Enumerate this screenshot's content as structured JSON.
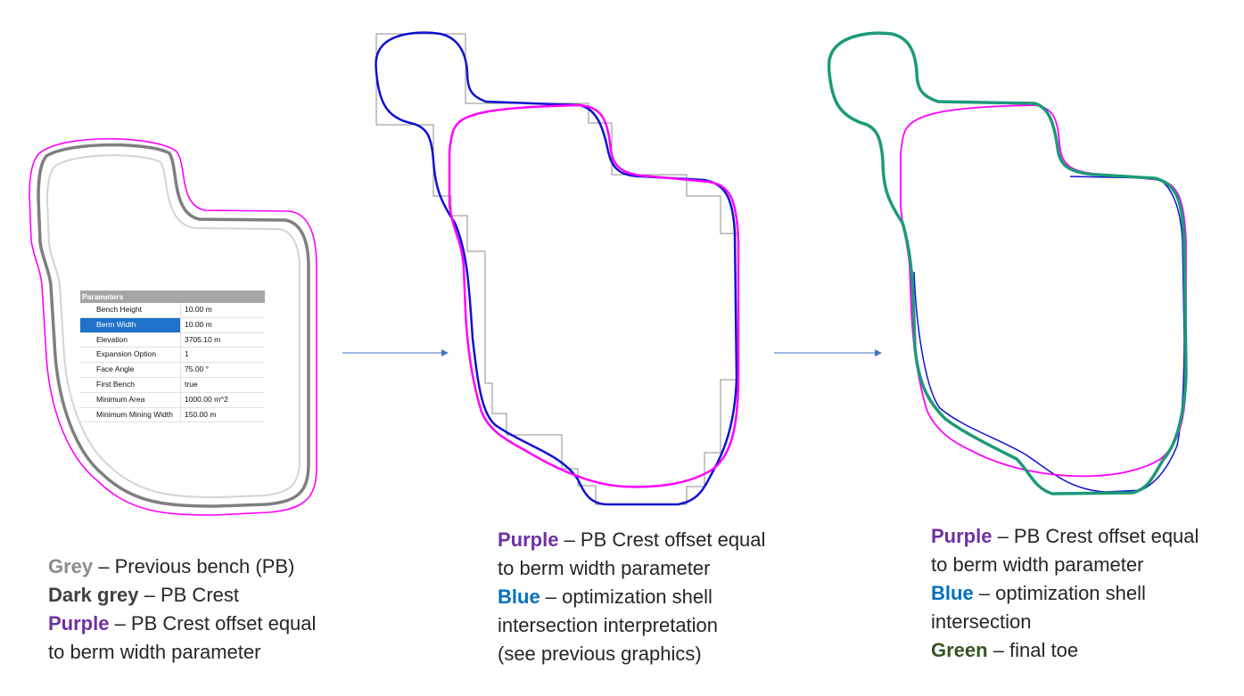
{
  "colors": {
    "grey": "#8c8c8c",
    "dark_grey": "#7f7f7f",
    "light_grey": "#d8d0dc",
    "purple": "#7030a0",
    "magenta": "#ff00ff",
    "blue": "#0070c0",
    "line_blue": "#1010d0",
    "green": "#1c9a78",
    "green_text": "#375623",
    "arrow": "#4472c4"
  },
  "parameters": {
    "header": "Parameters",
    "rows": [
      {
        "name": "Bench Height",
        "value": "10.00 m",
        "selected": false
      },
      {
        "name": "Berm Width",
        "value": "10.00 m",
        "selected": true
      },
      {
        "name": "Elevation",
        "value": "3705.10 m",
        "selected": false
      },
      {
        "name": "Expansion Option",
        "value": "1",
        "selected": false
      },
      {
        "name": "Face Angle",
        "value": "75.00 °",
        "selected": false
      },
      {
        "name": "First Bench",
        "value": "true",
        "selected": false
      },
      {
        "name": "Minimum Area",
        "value": "1000.00 m^2",
        "selected": false
      },
      {
        "name": "Minimum Mining Width",
        "value": "150.00 m",
        "selected": false
      }
    ]
  },
  "legend_left": {
    "grey_kw": "Grey",
    "grey_text": " – Previous bench (PB)",
    "dark_grey_kw": "Dark grey",
    "dark_grey_text": " – PB Crest",
    "purple_kw": "Purple",
    "purple_text": " – PB Crest offset equal",
    "purple_text2": "to berm width parameter"
  },
  "legend_middle": {
    "purple_kw": "Purple",
    "purple_text": " – PB Crest offset equal",
    "purple_text2": "to berm width parameter",
    "blue_kw": "Blue",
    "blue_text": " – optimization shell",
    "blue_text2": "intersection interpretation",
    "blue_text3": "(see previous graphics)"
  },
  "legend_right": {
    "purple_kw": "Purple",
    "purple_text": " – PB Crest offset equal",
    "purple_text2": "to berm width parameter",
    "blue_kw": "Blue",
    "blue_text": " – optimization shell",
    "blue_text2": "intersection",
    "green_kw": "Green",
    "green_text": " – final toe"
  }
}
